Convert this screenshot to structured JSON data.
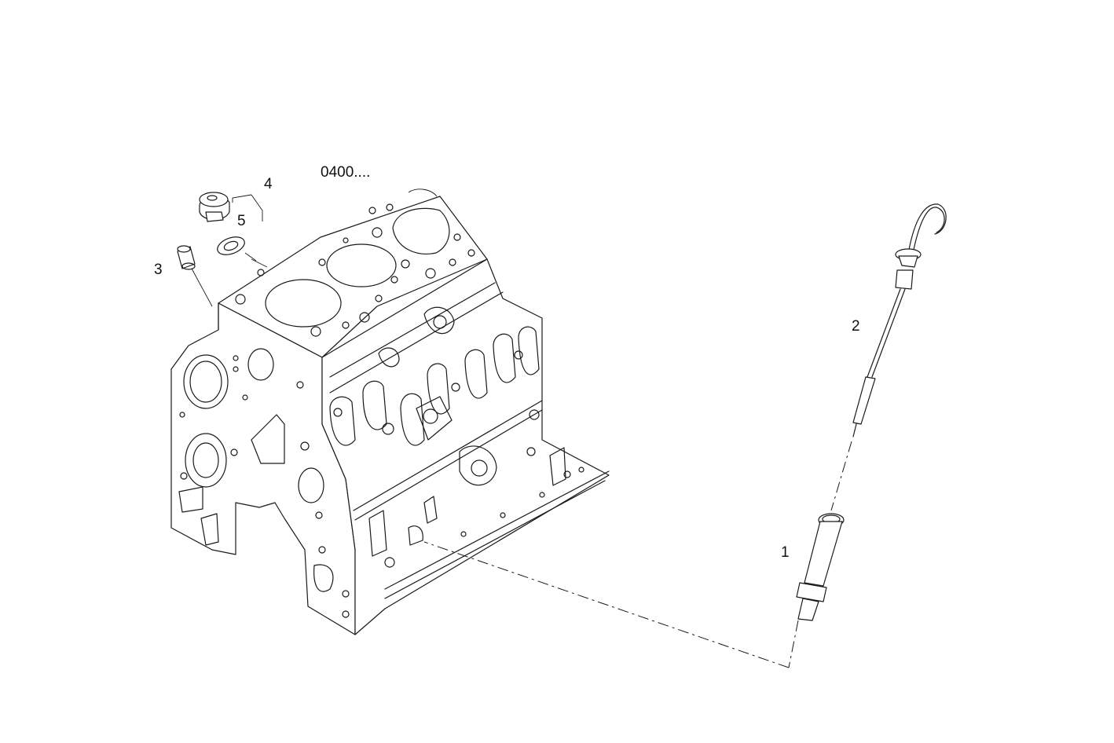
{
  "diagram": {
    "group_code": "0400....",
    "callouts": [
      {
        "id": "1",
        "text": "1"
      },
      {
        "id": "2",
        "text": "2"
      },
      {
        "id": "3",
        "text": "3"
      },
      {
        "id": "4",
        "text": "4"
      },
      {
        "id": "5",
        "text": "5"
      }
    ],
    "parts": [
      {
        "name": "engine-block"
      },
      {
        "name": "dipstick-tube"
      },
      {
        "name": "dipstick"
      },
      {
        "name": "sleeve-plug"
      },
      {
        "name": "filler-cap"
      },
      {
        "name": "sealing-washer"
      }
    ],
    "line_color": "#1a1a1a",
    "background": "#ffffff"
  }
}
